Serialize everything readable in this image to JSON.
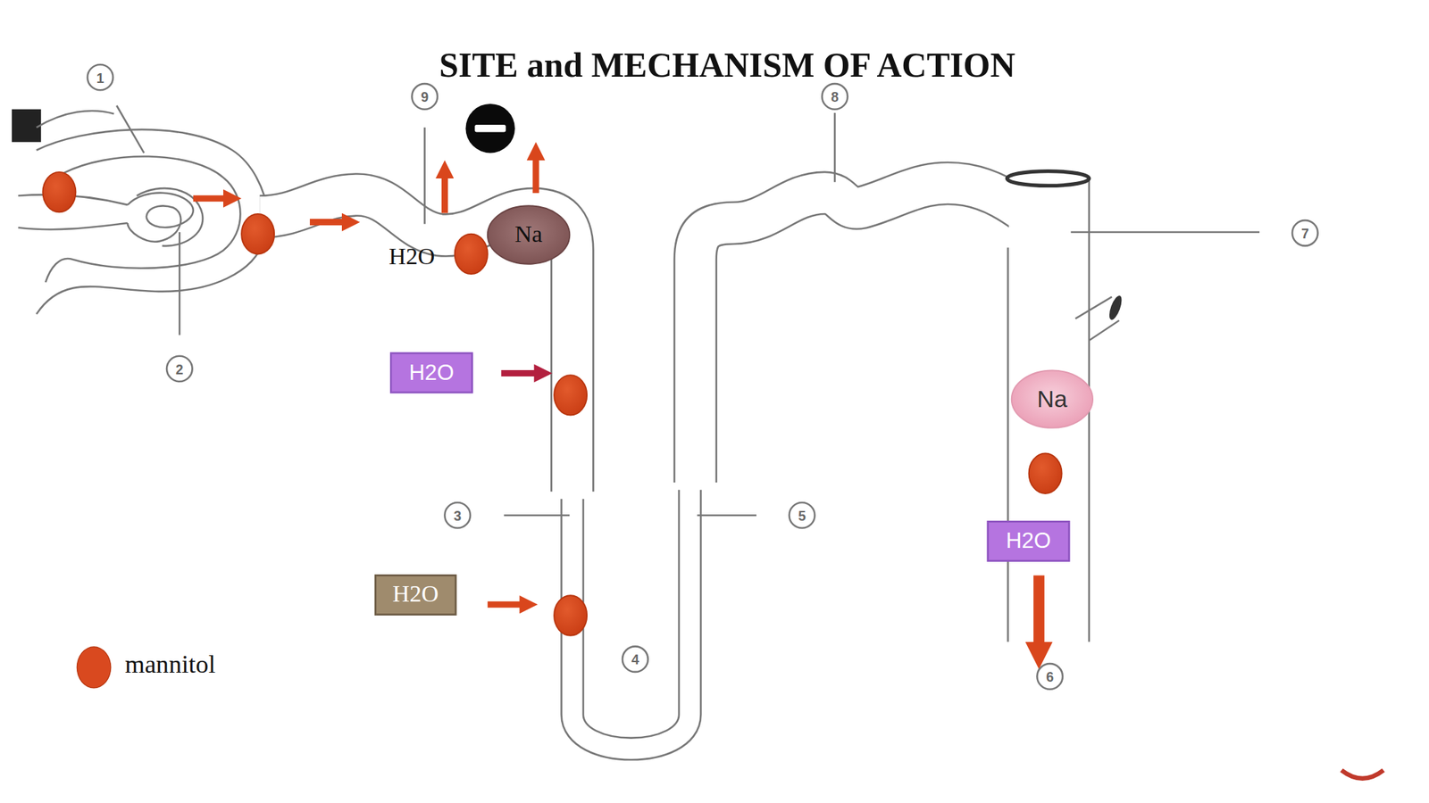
{
  "diagram": {
    "title": "SITE and MECHANISM OF ACTION",
    "nodes": [
      {
        "text": [
          "Na"
        ]
      },
      {
        "text": [
          "H2O"
        ]
      },
      {
        "text": [
          "Na"
        ]
      },
      {
        "text": [
          "H2O"
        ]
      },
      {
        "text": [
          "H2O"
        ]
      }
    ],
    "labels": [
      "1",
      "9",
      "8",
      "7",
      "H2O",
      "2",
      "3",
      "5",
      "4",
      "6"
    ],
    "legend": [
      {
        "text": "mannitol",
        "color": "#d9491f"
      }
    ]
  }
}
